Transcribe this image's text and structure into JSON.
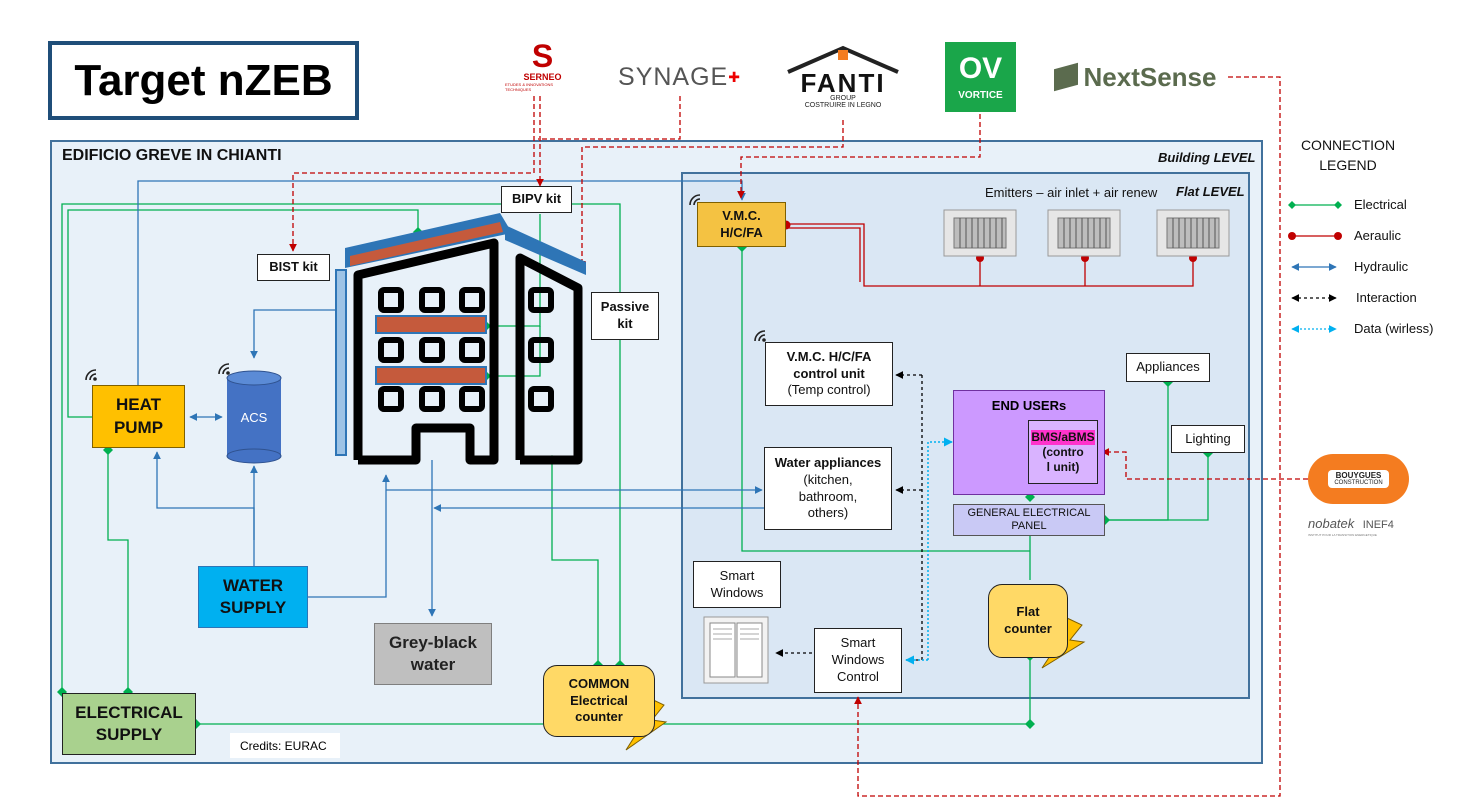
{
  "title": "Target nZEB",
  "building": {
    "title": "EDIFICIO GREVE IN CHIANTI",
    "level_label": "Building LEVEL"
  },
  "flat": {
    "level_label": "Flat LEVEL",
    "emitters_label": "Emitters – air inlet + air renew"
  },
  "components": {
    "heat_pump": [
      "HEAT",
      "PUMP"
    ],
    "acs": "ACS",
    "water_supply": [
      "WATER",
      "SUPPLY"
    ],
    "grey_black_water": [
      "Grey-black",
      "water"
    ],
    "electrical_supply": [
      "ELECTRICAL",
      "SUPPLY"
    ],
    "common_counter": [
      "COMMON",
      "Electrical",
      "counter"
    ],
    "bist_kit": "BIST kit",
    "bipv_kit": "BIPV kit",
    "passive_kit": [
      "Passive",
      "kit"
    ],
    "vmc": [
      "V.M.C.",
      "H/C/FA"
    ],
    "vmc_control": [
      "V.M.C. H/C/FA",
      "control unit",
      "(Temp control)"
    ],
    "water_appliances": [
      "Water appliances",
      "(kitchen,",
      "bathroom,",
      "others)"
    ],
    "end_users": "END USERs",
    "bms": [
      "BMS/aBMS",
      "(contro",
      "l unit)"
    ],
    "appliances": "Appliances",
    "lighting": "Lighting",
    "general_panel": [
      "GENERAL ELECTRICAL",
      "PANEL"
    ],
    "smart_windows": [
      "Smart",
      "Windows"
    ],
    "smart_windows_control": [
      "Smart",
      "Windows",
      "Control"
    ],
    "flat_counter": [
      "Flat",
      "counter"
    ]
  },
  "partners": {
    "serneo": "SERNEO",
    "serneo_sub": "ETUDES & INNOVATIONS TECHNIQUES",
    "synage": "SYNAGE",
    "fanti": "FANTI",
    "fanti_group": "GROUP",
    "fanti_tag": "COSTRUIRE IN LEGNO",
    "vortice": "VORTICE",
    "nextsense": "NextSense",
    "bouygues": "BOUYGUES",
    "bouygues_sub": "CONSTRUCTION",
    "nobatek": "nobatek",
    "inef": "INEF4",
    "nobatek_sub": "INSTITUT POUR LA TRANSITION ENERGETIQUE"
  },
  "legend": {
    "title": [
      "CONNECTION",
      "LEGEND"
    ],
    "items": [
      {
        "label": "Electrical",
        "color": "#00b050"
      },
      {
        "label": "Aeraulic",
        "color": "#c00000"
      },
      {
        "label": "Hydraulic",
        "color": "#2e75b6"
      },
      {
        "label": "Interaction",
        "color": "#000000"
      },
      {
        "label": "Data (wirless)",
        "color": "#00b0f0"
      }
    ]
  },
  "credits": "Credits: EURAC"
}
